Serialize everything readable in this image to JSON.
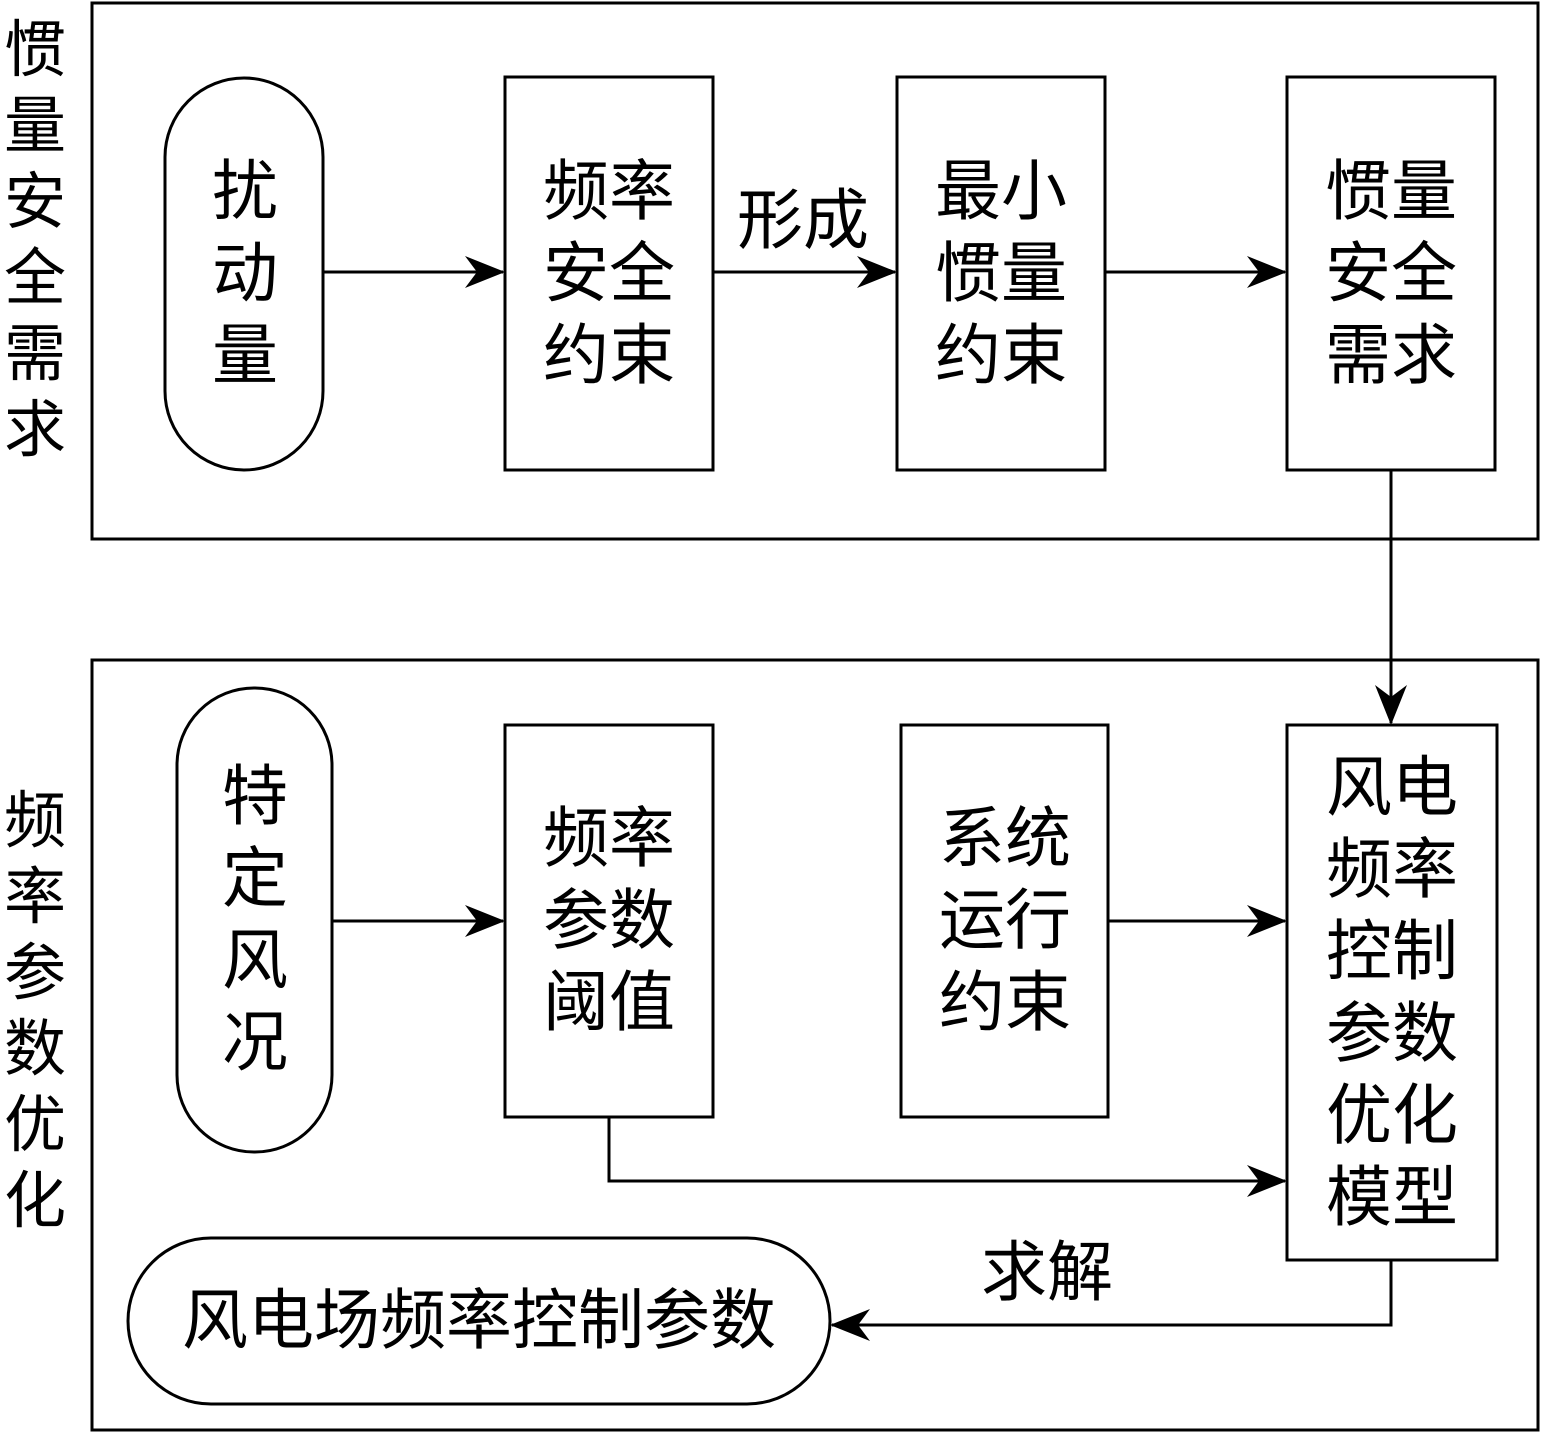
{
  "sections": {
    "top": {
      "title": "惯量安全需求"
    },
    "bottom": {
      "title": "频率参数优化"
    }
  },
  "nodes": {
    "disturbance": "扰动量",
    "freq_safety": "频率安全约束",
    "min_inertia": "最小惯量约束",
    "inertia_demand": "惯量安全需求",
    "wind_condition": "特定风况",
    "freq_threshold": "频率参数阈值",
    "sys_constraint": "系统运行约束",
    "opt_model": "风电频率控制参数优化模型",
    "result": "风电场频率控制参数"
  },
  "edge_labels": {
    "form": "形成",
    "solve": "求解"
  }
}
